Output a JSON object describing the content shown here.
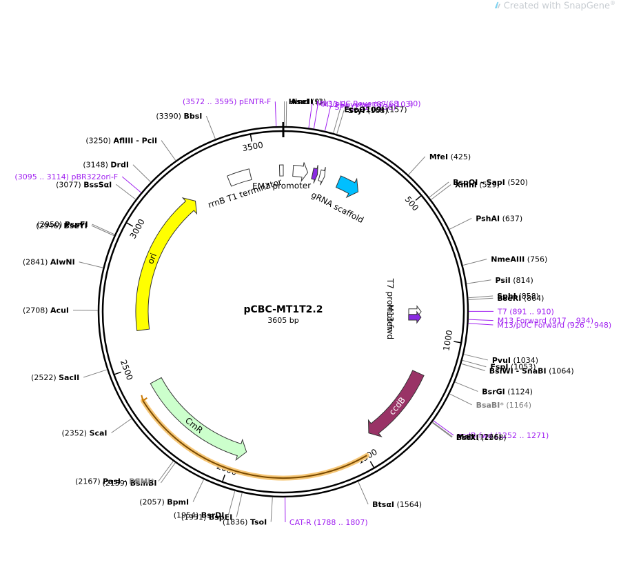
{
  "watermark": {
    "text": "Created with SnapGene",
    "mark": "®"
  },
  "plasmid": {
    "name": "pCBC-MT1T2.2",
    "length_label": "3605 bp",
    "length": 3605
  },
  "colors": {
    "enzyme": "#000000",
    "primer": "#a020f0",
    "dim": "#808080",
    "ori": "#ffff00",
    "scaffold": "#00bfff",
    "ccdB": "#993366",
    "CmR": "#ccffcc",
    "CmR_outline": "#f5a623"
  },
  "ticks": [
    {
      "bp": 500,
      "label": "500"
    },
    {
      "bp": 1000,
      "label": "1000"
    },
    {
      "bp": 1500,
      "label": "1500"
    },
    {
      "bp": 2000,
      "label": "2000"
    },
    {
      "bp": 2500,
      "label": "2500"
    },
    {
      "bp": 3000,
      "label": "3000"
    },
    {
      "bp": 3500,
      "label": "3500"
    }
  ],
  "features": [
    {
      "name": "ori",
      "type": "arrow",
      "start": 2630,
      "end": 3220,
      "dir": 1,
      "color": "#ffff00",
      "label": "ori",
      "label_inside": true
    },
    {
      "name": "gRNA scaffold",
      "type": "arrow",
      "start": 230,
      "end": 320,
      "dir": 1,
      "color": "#00bfff",
      "label": "gRNA scaffold"
    },
    {
      "name": "ccdB",
      "type": "arrow",
      "start": 1145,
      "end": 1450,
      "dir": 1,
      "color": "#993366",
      "label": "ccdB",
      "label_inside": true
    },
    {
      "name": "CmR",
      "type": "arrow",
      "start": 1950,
      "end": 2420,
      "dir": -1,
      "color": "#ccffcc",
      "label": "CmR",
      "label_inside": true
    },
    {
      "name": "rrnB T1 terminator",
      "type": "box",
      "start": 3380,
      "end": 3470,
      "color": "#ffffff",
      "label": "rrnB T1 terminator"
    },
    {
      "name": "EM7 promoter",
      "type": "box",
      "start": 3590,
      "end": 3605,
      "color": "#ffffff",
      "label": "EM7 promoter"
    },
    {
      "name": "EM7 arrow",
      "type": "arrow",
      "start": 40,
      "end": 100,
      "dir": 1,
      "color": "#ffffff",
      "label": ""
    },
    {
      "name": "purple small",
      "type": "arrow",
      "start": 120,
      "end": 140,
      "dir": 1,
      "color": "#8a2be2",
      "label": ""
    },
    {
      "name": "white small",
      "type": "arrow",
      "start": 150,
      "end": 170,
      "dir": 1,
      "color": "#ffffff",
      "label": ""
    },
    {
      "name": "T7 promoter",
      "type": "small",
      "start": 891,
      "end": 910,
      "color": "#ffffff",
      "label": "T7 promoter"
    },
    {
      "name": "M13 fwd",
      "type": "small",
      "start": 917,
      "end": 934,
      "color": "#8a2be2",
      "label": "M13 fwd"
    }
  ],
  "cmr_orange": {
    "start": 1500,
    "end": 2380
  },
  "sites": [
    {
      "bp": 3,
      "name": "HincII",
      "pos": "(3)",
      "kind": "enzyme"
    },
    {
      "bp": 9,
      "name": "AseI",
      "pos": "(9)",
      "kind": "enzyme"
    },
    {
      "bp": 79,
      "name": "M13/pUC Reverse",
      "pos": "(68 .. 90)",
      "kind": "primer"
    },
    {
      "bp": 95,
      "name": "M13 Reverse",
      "pos": "(87 .. 103)",
      "kind": "primer"
    },
    {
      "bp": 130,
      "name": "SP6",
      "pos": "(121 .. 138)",
      "kind": "primer"
    },
    {
      "bp": 157,
      "name": "EcoO109I",
      "pos": "(157)",
      "kind": "enzyme"
    },
    {
      "bp": 168,
      "name": "StyI",
      "pos": "(168)",
      "kind": "enzyme"
    },
    {
      "bp": 425,
      "name": "MfeI",
      "pos": "(425)",
      "kind": "enzyme"
    },
    {
      "bp": 520,
      "name": "BspQI",
      "name2": "SapI",
      "pos": "(520)",
      "kind": "enzyme"
    },
    {
      "bp": 529,
      "name": "XmnI",
      "pos": "(529)",
      "kind": "enzyme"
    },
    {
      "bp": 637,
      "name": "PshAI",
      "pos": "(637)",
      "kind": "enzyme"
    },
    {
      "bp": 756,
      "name": "NmeAIII",
      "pos": "(756)",
      "kind": "enzyme"
    },
    {
      "bp": 814,
      "name": "PsiI",
      "pos": "(814)",
      "kind": "enzyme"
    },
    {
      "bp": 858,
      "name": "SphI",
      "pos": "(858)",
      "kind": "enzyme"
    },
    {
      "bp": 864,
      "name": "BseRI",
      "pos": "(864)",
      "kind": "enzyme"
    },
    {
      "bp": 900,
      "name": "T7",
      "pos": "(891 .. 910)",
      "kind": "primer"
    },
    {
      "bp": 925,
      "name": "M13 Forward",
      "pos": "(917 .. 934)",
      "kind": "primer"
    },
    {
      "bp": 937,
      "name": "M13/pUC Forward",
      "pos": "(926 .. 948)",
      "kind": "primer"
    },
    {
      "bp": 1034,
      "name": "PvuI",
      "pos": "(1034)",
      "kind": "enzyme"
    },
    {
      "bp": 1053,
      "name": "FspI",
      "pos": "(1053)",
      "kind": "enzyme"
    },
    {
      "bp": 1064,
      "name": "BsiWI",
      "name2": "SnaBI",
      "pos": "(1064)",
      "kind": "enzyme"
    },
    {
      "bp": 1124,
      "name": "BsrGI",
      "pos": "(1124)",
      "kind": "enzyme"
    },
    {
      "bp": 1164,
      "name": "BsaBI",
      "star": "*",
      "pos": "(1164)",
      "kind": "dim"
    },
    {
      "bp": 1261,
      "name": "ccdB-fwd",
      "pos": "(1252 .. 1271)",
      "kind": "primer"
    },
    {
      "bp": 1266,
      "name": "MslI",
      "pos": "(1266)",
      "kind": "enzyme"
    },
    {
      "bp": 1268,
      "name": "BstXI",
      "pos": "(1268)",
      "kind": "enzyme"
    },
    {
      "bp": 1564,
      "name": "BtsαI",
      "pos": "(1564)",
      "kind": "enzyme"
    },
    {
      "bp": 1797,
      "name": "CAT-R",
      "pos": "(1788 .. 1807)",
      "kind": "primer"
    },
    {
      "bp": 1836,
      "name": "TsoI",
      "pos": "(1836)",
      "kind": "enzyme"
    },
    {
      "bp": 1931,
      "name": "BspEI",
      "pos": "(1931)",
      "kind": "enzyme"
    },
    {
      "bp": 1954,
      "name": "BsrDI",
      "pos": "(1954)",
      "kind": "enzyme"
    },
    {
      "bp": 2057,
      "name": "BpmI",
      "pos": "(2057)",
      "kind": "enzyme"
    },
    {
      "bp": 2159,
      "name": "BsmBI",
      "pos": "(2159)",
      "kind": "enzyme"
    },
    {
      "bp": 2167,
      "name": "PasI",
      "name2": "PflMI",
      "star2": "*",
      "pos": "(2167)",
      "kind": "enzyme"
    },
    {
      "bp": 2352,
      "name": "ScaI",
      "pos": "(2352)",
      "kind": "enzyme"
    },
    {
      "bp": 2522,
      "name": "SacII",
      "pos": "(2522)",
      "kind": "enzyme"
    },
    {
      "bp": 2708,
      "name": "AcuI",
      "pos": "(2708)",
      "kind": "enzyme"
    },
    {
      "bp": 2841,
      "name": "AlwNI",
      "pos": "(2841)",
      "kind": "enzyme"
    },
    {
      "bp": 2946,
      "name": "BseYI",
      "pos": "(2946)",
      "kind": "enzyme"
    },
    {
      "bp": 2950,
      "name": "PspFI",
      "pos": "(2950)",
      "kind": "enzyme"
    },
    {
      "bp": 3077,
      "name": "BssSαI",
      "pos": "(3077)",
      "kind": "enzyme"
    },
    {
      "bp": 3104,
      "name": "pBR322ori-F",
      "pos": "(3095 .. 3114)",
      "kind": "primer"
    },
    {
      "bp": 3148,
      "name": "DrdI",
      "pos": "(3148)",
      "kind": "enzyme"
    },
    {
      "bp": 3250,
      "name": "AflIII",
      "name2": "PciI",
      "pos": "(3250)",
      "kind": "enzyme"
    },
    {
      "bp": 3390,
      "name": "BbsI",
      "pos": "(3390)",
      "kind": "enzyme"
    },
    {
      "bp": 3583,
      "name": "pENTR-F",
      "pos": "(3572 .. 3595)",
      "kind": "primer"
    }
  ]
}
